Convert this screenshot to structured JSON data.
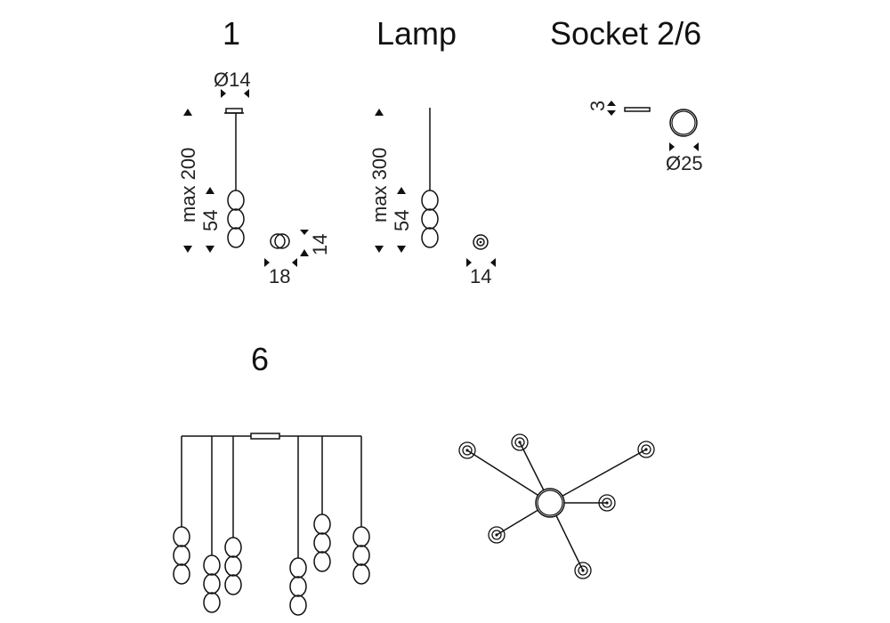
{
  "sections": {
    "single": {
      "title": "1",
      "diameter_label": "Ø14",
      "height_label": "max 200",
      "lamp_height_label": "54",
      "top_width_label": "18",
      "top_depth_label": "14"
    },
    "lamp": {
      "title": "Lamp",
      "height_label": "max 300",
      "lamp_height_label": "54",
      "width_label": "14"
    },
    "socket": {
      "title": "Socket 2/6",
      "thickness_label": "3",
      "diameter_label": "Ø25"
    },
    "six": {
      "title": "6"
    }
  },
  "colors": {
    "line": "#111111",
    "background": "#ffffff"
  }
}
